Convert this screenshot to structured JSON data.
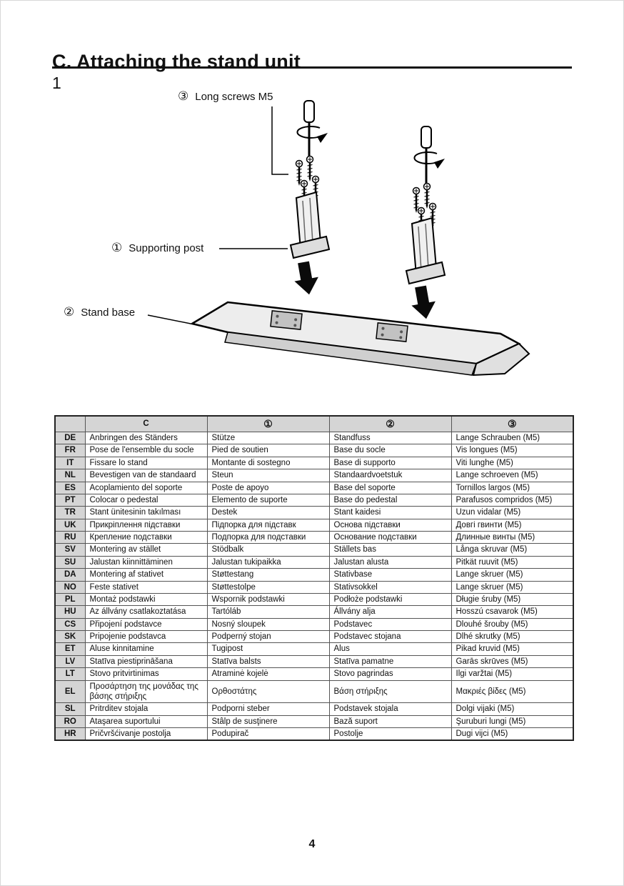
{
  "page": {
    "title": "C. Attaching the stand unit",
    "step": "1",
    "page_number": "4"
  },
  "figure": {
    "callouts": [
      {
        "marker": "①",
        "label": "Supporting post"
      },
      {
        "marker": "②",
        "label": "Stand base"
      },
      {
        "marker": "③",
        "label": "Long screws M5"
      }
    ]
  },
  "table": {
    "headers": [
      "",
      "C",
      "①",
      "②",
      "③"
    ],
    "rows": [
      {
        "lang": "DE",
        "cells": [
          "Anbringen des Ständers",
          "Stütze",
          "Standfuss",
          "Lange Schrauben (M5)"
        ]
      },
      {
        "lang": "FR",
        "cells": [
          "Pose de l'ensemble du socle",
          "Pied de soutien",
          "Base du socle",
          "Vis longues (M5)"
        ]
      },
      {
        "lang": "IT",
        "cells": [
          "Fissare lo stand",
          "Montante di sostegno",
          "Base di supporto",
          "Viti lunghe (M5)"
        ]
      },
      {
        "lang": "NL",
        "cells": [
          "Bevestigen van de standaard",
          "Steun",
          "Standaardvoetstuk",
          "Lange schroeven (M5)"
        ]
      },
      {
        "lang": "ES",
        "cells": [
          "Acoplamiento del soporte",
          "Poste de apoyo",
          "Base del soporte",
          "Tornillos largos (M5)"
        ]
      },
      {
        "lang": "PT",
        "cells": [
          "Colocar o pedestal",
          "Elemento de suporte",
          "Base do pedestal",
          "Parafusos compridos (M5)"
        ]
      },
      {
        "lang": "TR",
        "cells": [
          "Stant ünitesinin takılması",
          "Destek",
          "Stant kaidesi",
          "Uzun vidalar (M5)"
        ]
      },
      {
        "lang": "UK",
        "cells": [
          "Прикріплення підставки",
          "Підпорка для підставк",
          "Основа підставки",
          "Довгі гвинти (M5)"
        ]
      },
      {
        "lang": "RU",
        "cells": [
          "Крепление подставки",
          "Подпорка для подставки",
          "Основание подставки",
          "Длинные винты (M5)"
        ]
      },
      {
        "lang": "SV",
        "cells": [
          "Montering av stället",
          "Stödbalk",
          "Ställets bas",
          "Långa skruvar (M5)"
        ]
      },
      {
        "lang": "SU",
        "cells": [
          "Jalustan kiinnittäminen",
          "Jalustan tukipaikka",
          "Jalustan alusta",
          "Pitkät ruuvit (M5)"
        ]
      },
      {
        "lang": "DA",
        "cells": [
          "Montering af stativet",
          "Støttestang",
          "Stativbase",
          "Lange skruer (M5)"
        ]
      },
      {
        "lang": "NO",
        "cells": [
          "Feste stativet",
          "Støttestolpe",
          "Stativsokkel",
          "Lange skruer (M5)"
        ]
      },
      {
        "lang": "PL",
        "cells": [
          "Montaż podstawki",
          "Wspornik podstawki",
          "Podłoże podstawki",
          "Długie śruby (M5)"
        ]
      },
      {
        "lang": "HU",
        "cells": [
          "Az állvány csatlakoztatása",
          "Tartóláb",
          "Állvány alja",
          "Hosszú csavarok (M5)"
        ]
      },
      {
        "lang": "CS",
        "cells": [
          "Připojení podstavce",
          "Nosný sloupek",
          "Podstavec",
          "Dlouhé šrouby (M5)"
        ]
      },
      {
        "lang": "SK",
        "cells": [
          "Pripojenie podstavca",
          "Podperný stojan",
          "Podstavec stojana",
          "Dlhé skrutky (M5)"
        ]
      },
      {
        "lang": "ET",
        "cells": [
          "Aluse kinnitamine",
          "Tugipost",
          "Alus",
          "Pikad kruvid (M5)"
        ]
      },
      {
        "lang": "LV",
        "cells": [
          "Statīva piestiprināšana",
          "Statīva balsts",
          "Statīva pamatne",
          "Garās skrūves (M5)"
        ]
      },
      {
        "lang": "LT",
        "cells": [
          "Stovo pritvirtinimas",
          "Atraminė kojelė",
          "Stovo pagrindas",
          "Ilgi varžtai (M5)"
        ]
      },
      {
        "lang": "EL",
        "cells": [
          "Προσάρτηση της μονάδας της βάσης στήριξης",
          "Ορθοστάτης",
          "Βάση στήριξης",
          "Μακριές βίδες (M5)"
        ]
      },
      {
        "lang": "SL",
        "cells": [
          "Pritrditev stojala",
          "Podporni steber",
          "Podstavek stojala",
          "Dolgi vijaki (M5)"
        ]
      },
      {
        "lang": "RO",
        "cells": [
          "Ataşarea suportului",
          "Stâlp de susţinere",
          "Bază suport",
          "Şuruburi lungi (M5)"
        ]
      },
      {
        "lang": "HR",
        "cells": [
          "Pričvršćivanje postolja",
          "Podupirač",
          "Postolje",
          "Dugi vijci (M5)"
        ]
      }
    ]
  }
}
